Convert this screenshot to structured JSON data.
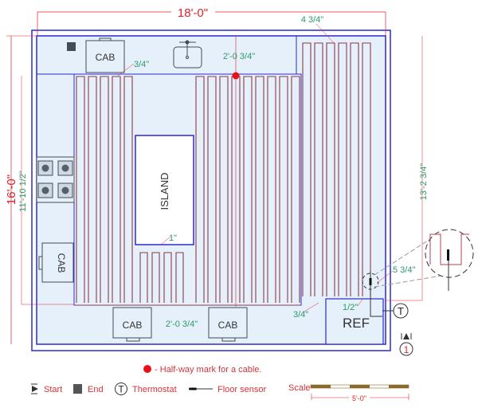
{
  "dimensions": {
    "width": "18'-0\"",
    "height": "16'-0\"",
    "heated_length": "11'-10 1/2\"",
    "right_length": "13'-2 3/4\"",
    "top_gap": "2'-0 3/4\"",
    "bottom_gap": "2'-0 3/4\"",
    "spacing_top_right": "4 3/4\"",
    "spacing_top_left": "3/4\"",
    "island_gap": "1\"",
    "bottom_right_gap": "3/4\"",
    "ref_gap": "1/2\"",
    "sensor_offset": "5 3/4\"",
    "scale_length": "5'-0\""
  },
  "fixtures": {
    "cab_top": "CAB",
    "cab_left": "CAB",
    "cab_bottom_1": "CAB",
    "cab_bottom_2": "CAB",
    "island": "ISLAND",
    "ref": "REF"
  },
  "markers": {
    "thermostat_symbol": "T",
    "section_number": "1"
  },
  "legend": {
    "halfway": "- Half-way mark for a cable.",
    "start": "Start",
    "end": "End",
    "thermostat": "Thermostat",
    "thermostat_symbol": "T",
    "floor_sensor": "Floor sensor",
    "scale": "Scale"
  },
  "colors": {
    "wall": "#2a2ad0",
    "cable": "#8a3a4a",
    "dimension": "#e0222a",
    "dimension_green": "#2a9a6a",
    "room_fill": "#e6f0fb",
    "halfway_mark": "#e8101a"
  }
}
